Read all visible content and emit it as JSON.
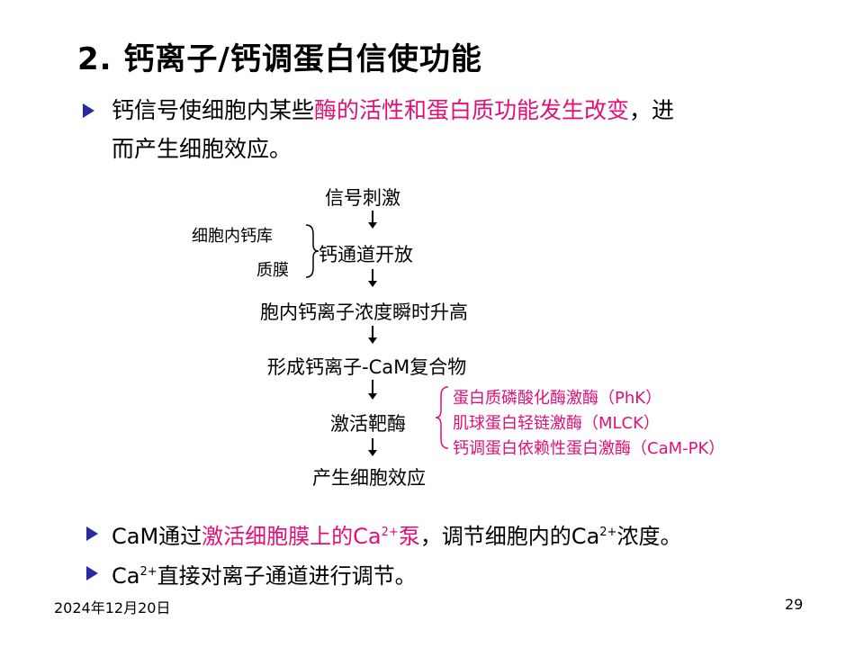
{
  "title": "2. 钙离子/钙调蛋白信使功能",
  "bullet1": {
    "part1": "钙信号使细胞内某些",
    "highlight": "酶的活性和蛋白质功能发生改变",
    "part2": "，进",
    "line2": "而产生细胞效应。"
  },
  "flow": {
    "step1": "信号刺激",
    "sources": [
      "细胞内钙库",
      "质膜"
    ],
    "step2": "钙通道开放",
    "step3": "胞内钙离子浓度瞬时升高",
    "step4": "形成钙离子-CaM复合物",
    "step5": "激活靶酶",
    "targets": [
      "蛋白质磷酸化酶激酶（PhK）",
      "肌球蛋白轻链激酶（MLCK）",
      "钙调蛋白依赖性蛋白激酶（CaM-PK）"
    ],
    "step6": "产生细胞效应"
  },
  "bullet2": {
    "part1": "CaM通过",
    "highlight_a": "激活细胞膜上的Ca",
    "sup1": "2+",
    "highlight_b": "泵",
    "part2": "，调节细胞内的Ca",
    "sup2": "2+",
    "part3": "浓度。"
  },
  "bullet3": {
    "part1": "Ca",
    "sup": "2+",
    "part2": "直接对离子通道进行调节。"
  },
  "footer": {
    "date": "2024年12月20日",
    "page": "29"
  },
  "colors": {
    "highlight": "#e0107a",
    "bullet": "#2a2aa0"
  }
}
